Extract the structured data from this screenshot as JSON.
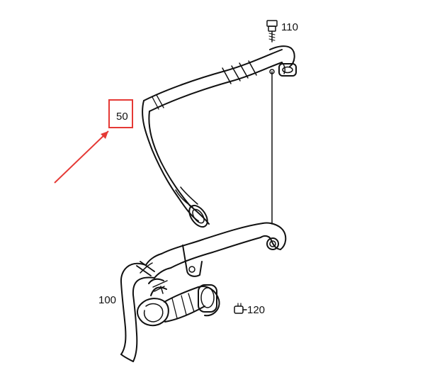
{
  "labels": {
    "part_50": "50",
    "part_100": "100",
    "part_110": "110",
    "part_120": "120"
  },
  "colors": {
    "highlight": "#e53935",
    "line": "#111111",
    "background": "#ffffff"
  },
  "icons": {
    "bolt_110": "bolt-icon",
    "bolt_120": "bolt-icon"
  }
}
